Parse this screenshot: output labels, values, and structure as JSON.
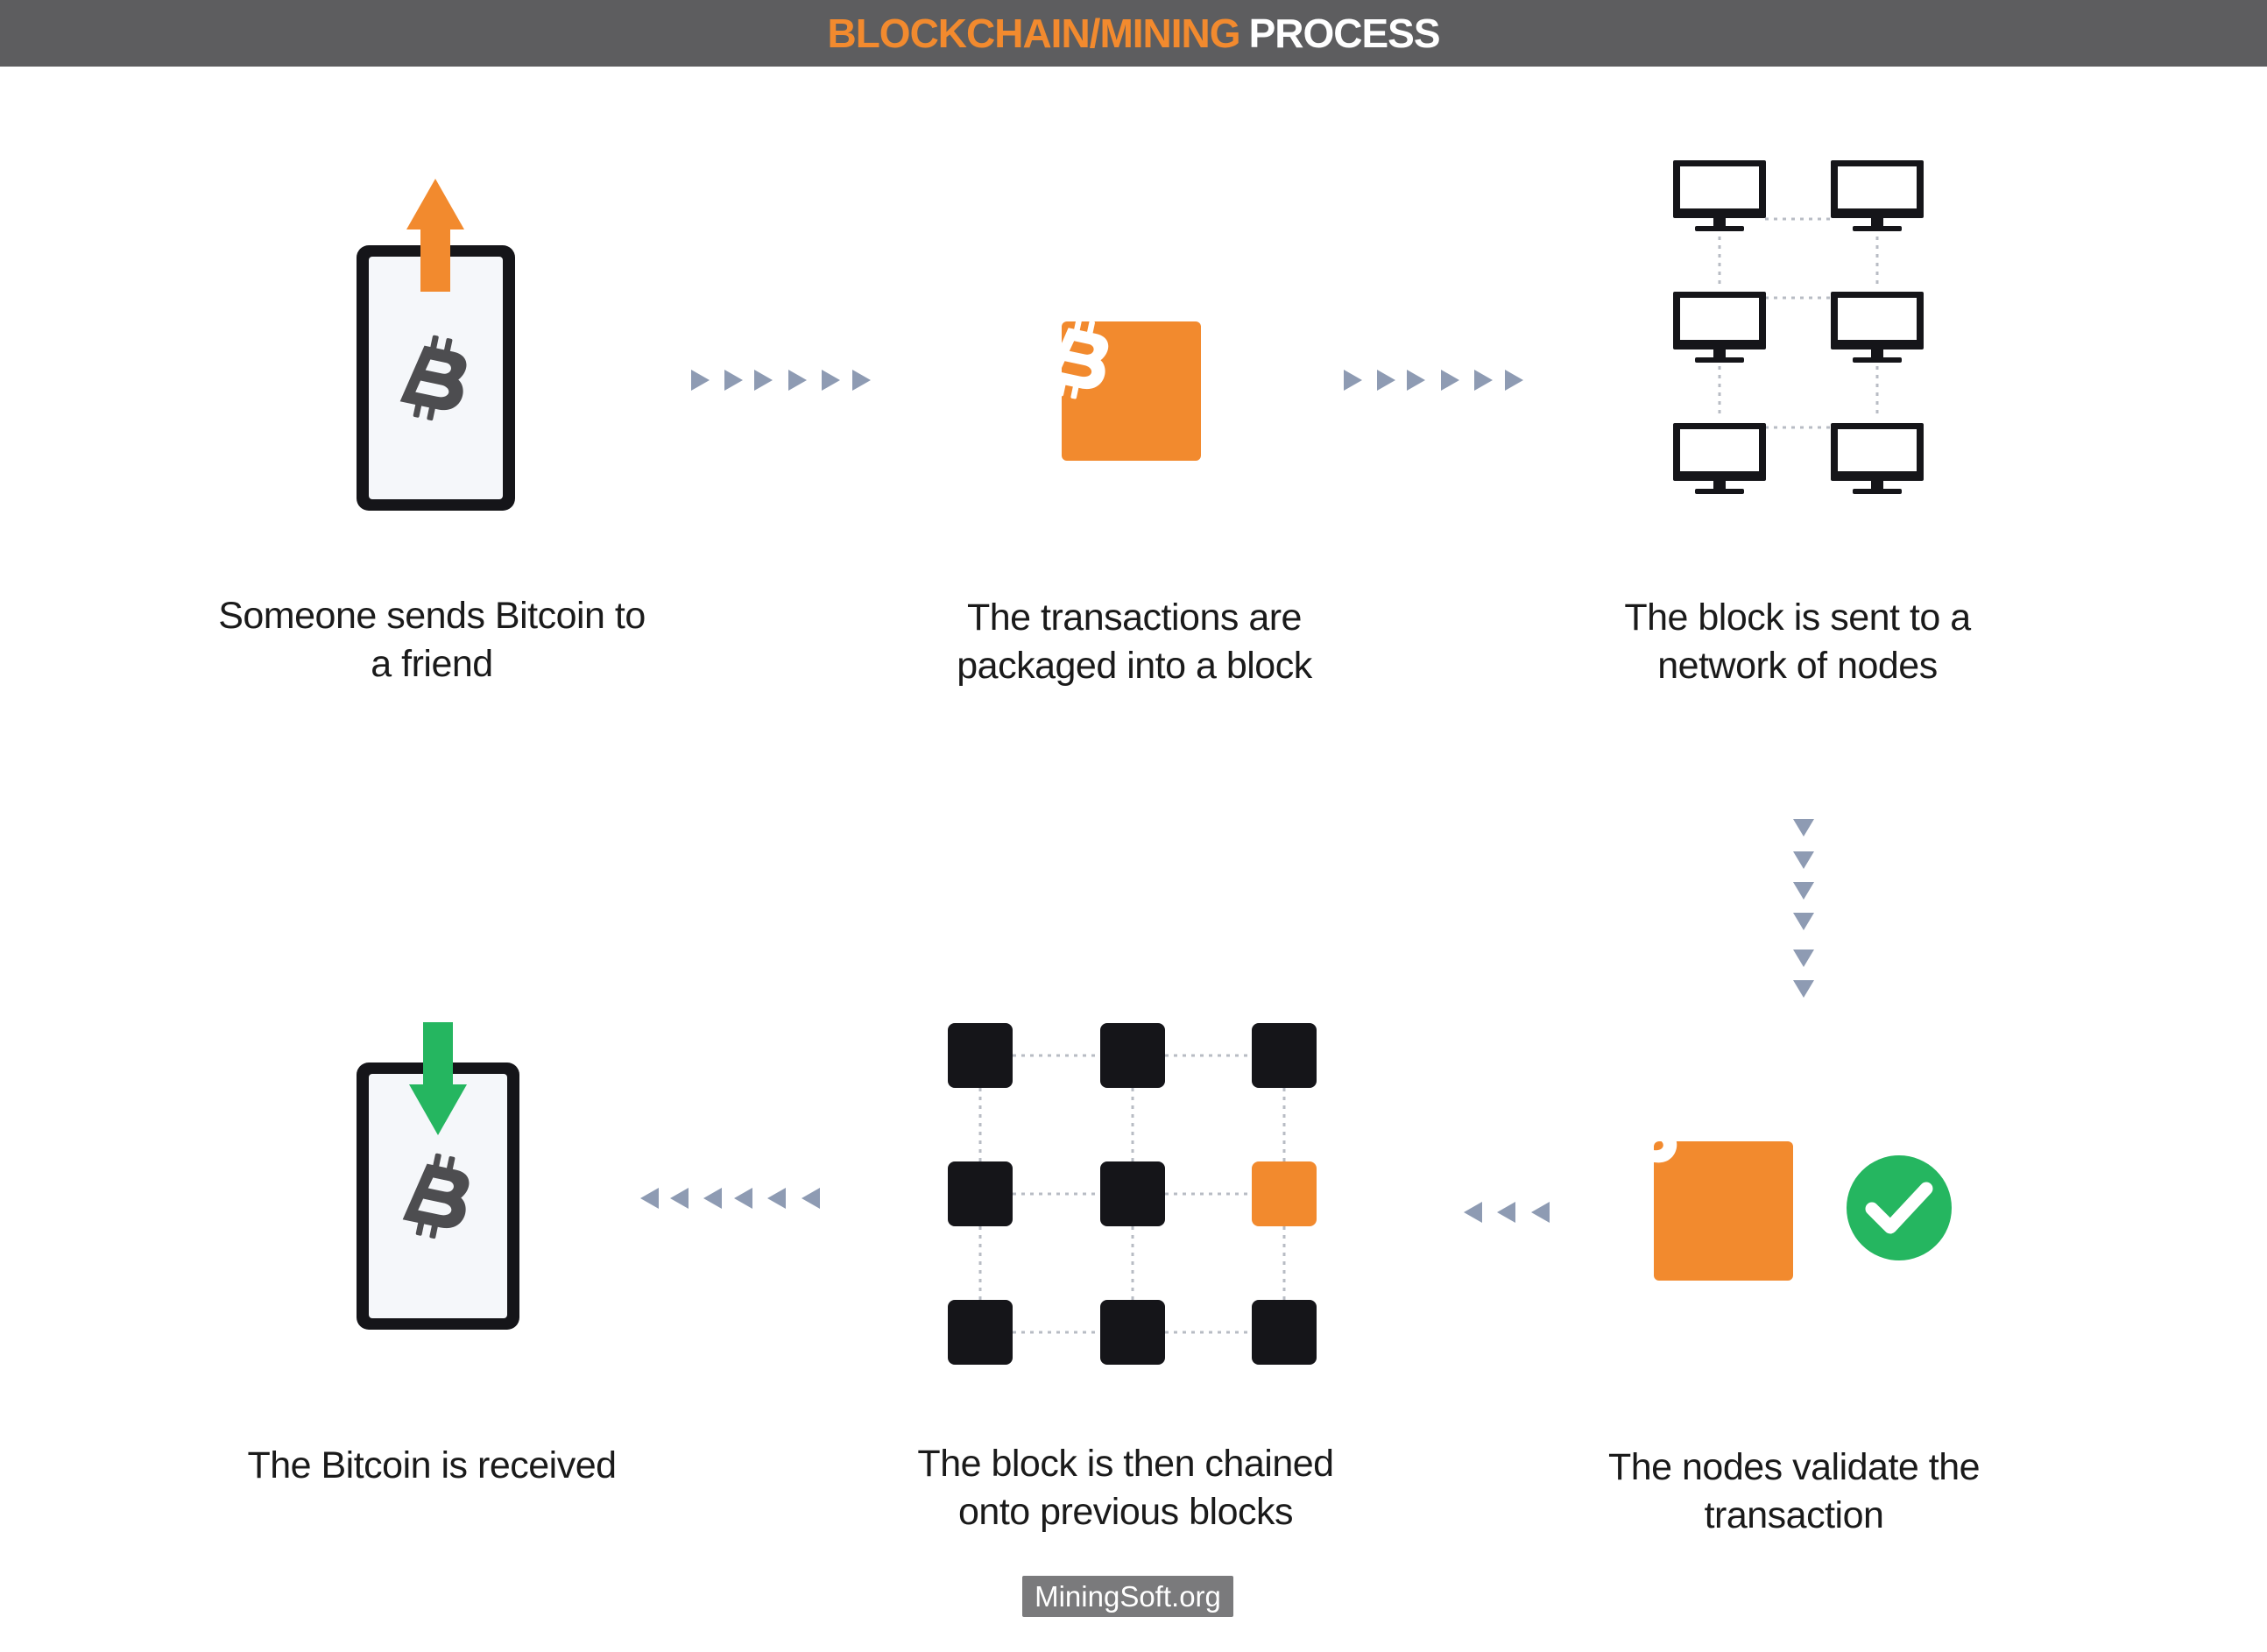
{
  "header": {
    "title_accent": "BLOCKCHAIN/MINING",
    "title_rest": "PROCESS"
  },
  "steps": [
    {
      "line1": "Someone sends Bitcoin to",
      "line2": "a friend"
    },
    {
      "line1": "The transactions are",
      "line2": "packaged into a block"
    },
    {
      "line1": "The block is sent to a",
      "line2": "network of nodes"
    },
    {
      "line1": "The nodes validate the",
      "line2": "transaction"
    },
    {
      "line1": "The block is then chained",
      "line2": "onto previous blocks"
    },
    {
      "line1": "The Bitcoin is received",
      "line2": ""
    }
  ],
  "footer": {
    "label": "MiningSoft.org"
  },
  "colors": {
    "orange": "#f28a2e",
    "green": "#25b660",
    "dark": "#151519",
    "arrow": "#8e9bb3",
    "header_bg": "#5d5d5f"
  }
}
